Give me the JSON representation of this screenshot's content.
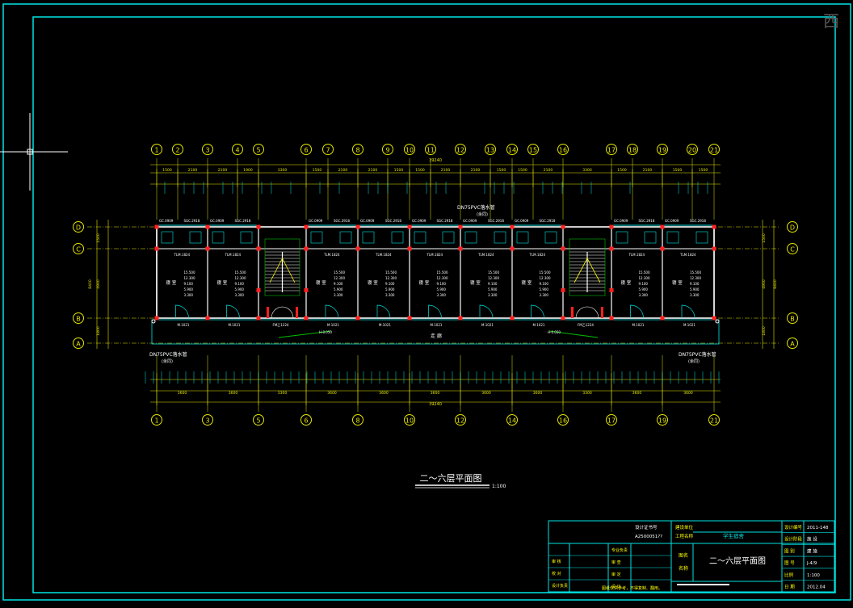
{
  "view_cube_label": "西",
  "drawing": {
    "title": "二～六层平面图",
    "scale": "1:100",
    "col_axes_top": [
      "1",
      "2",
      "3",
      "4",
      "5",
      "6",
      "7",
      "8",
      "9",
      "10",
      "11",
      "12",
      "13",
      "14",
      "15",
      "16",
      "17",
      "18",
      "19",
      "20",
      "21"
    ],
    "col_axes_bottom": [
      "1",
      "3",
      "5",
      "6",
      "8",
      "10",
      "12",
      "14",
      "16",
      "17",
      "19",
      "21"
    ],
    "row_axes": [
      "D",
      "C",
      "B",
      "A"
    ],
    "overall_dim": "39240",
    "dims_top": [
      "1500",
      "2100",
      "2100",
      "1900",
      "3300",
      "1500",
      "2100",
      "2100",
      "1500",
      "1500",
      "2100",
      "2100",
      "1500",
      "1500",
      "2100",
      "3300",
      "1500",
      "2100",
      "1500"
    ],
    "dims_bottom": [
      "3600",
      "3600",
      "3300",
      "3600",
      "3600",
      "3600",
      "3600",
      "3600",
      "3300",
      "3600",
      "3600"
    ],
    "side_dims": [
      "1500",
      "4900",
      "1800",
      "8400"
    ],
    "room_label": "寝 室",
    "corridor_label": "走  廊",
    "elevations": [
      "15.500",
      "12.300",
      "9.100",
      "5.900",
      "3.300"
    ],
    "downpipe_left": "DN75PVC落水管",
    "downpipe_right": "DN75PVC落水管",
    "downpipe_top": "DN75PVC落水管",
    "downpipe_note": "(余同)",
    "door_tag": "M.1021",
    "fm_tag": "FM乙1224",
    "window_tag_a": "TLM.1824",
    "window_tag_b": "SGC.2918",
    "window_tag_c": "GC.0909",
    "level_tag": "H-0.050"
  },
  "title_block": {
    "design_cert_label": "设计证书号",
    "design_cert_no": "A2500051??",
    "company": "建设单位",
    "project_label": "工程名称",
    "project_name": "学生宿舍",
    "drawing_name_label": "图名",
    "drawing_name": "二～六层平面图",
    "drawing_label2": "名称",
    "sheet_title": "二～六层平面图",
    "project_no_label": "设计编号",
    "project_no": "2011-148",
    "phase_label": "设计阶段",
    "phase": "施 设",
    "category_label": "图 别",
    "category": "建 施",
    "sheet_no_label": "图 号",
    "sheet_no": "J-4/9",
    "scale_label": "比例",
    "scale": "1:100",
    "date_label": "日 期",
    "date": "2012.04",
    "role_left": [
      "审 核",
      "校 对",
      "设计负责"
    ],
    "role_right": [
      "专业负责",
      "审 查",
      "审 定",
      "设 计"
    ],
    "footer_note": "图纸仅供参考，不得复制、翻用。"
  },
  "colors": {
    "frame": "#00e5e5",
    "grid": "#e5e500",
    "wall": "#ffffff",
    "dim": "#e5e500",
    "red": "#ff2020",
    "green": "#00c000"
  }
}
